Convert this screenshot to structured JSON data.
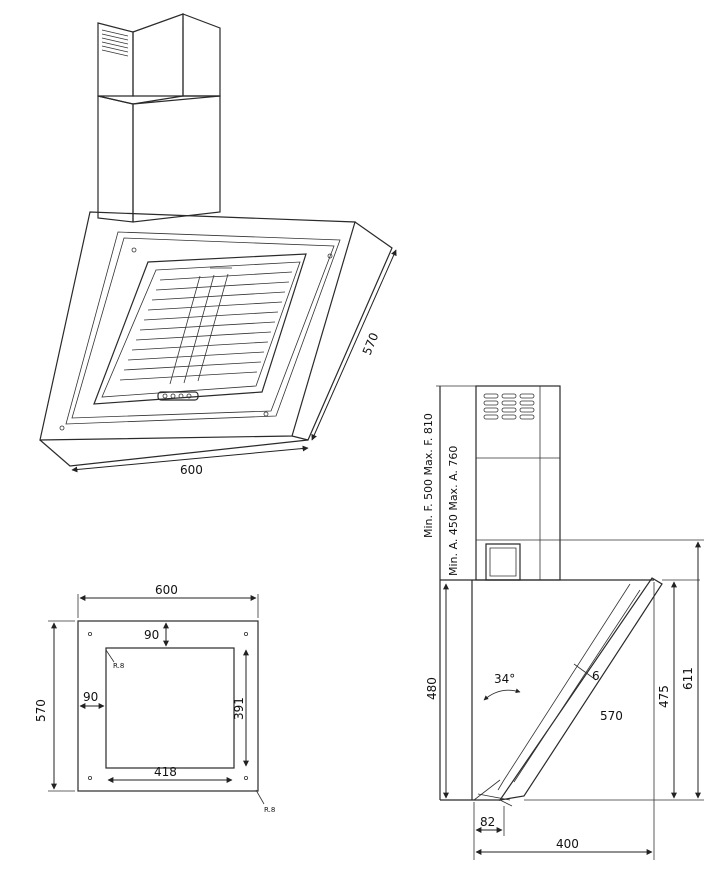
{
  "iso_view": {
    "width_label": "600",
    "depth_label": "570"
  },
  "plan_view": {
    "width_label": "600",
    "height_label": "570",
    "top_offset_label": "90",
    "left_offset_label": "90",
    "cutout_width_label": "418",
    "cutout_height_label": "391",
    "radius_label_inner": "R.8",
    "radius_label_outer": "R.8"
  },
  "side_view": {
    "chimney_f_label": "Min. F. 500 Max. F. 810",
    "chimney_a_label": "Min. A. 450 Max. A. 760",
    "angle_label": "34°",
    "glass_thickness_label": "6",
    "glass_length_label": "570",
    "height_480_label": "480",
    "height_475_label": "475",
    "height_611_label": "611",
    "bottom_82_label": "82",
    "bottom_400_label": "400"
  }
}
